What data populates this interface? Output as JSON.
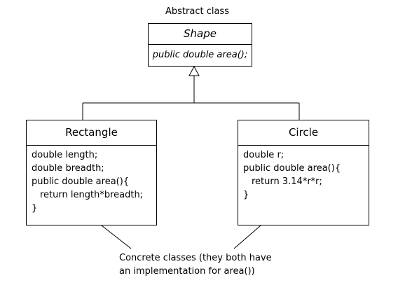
{
  "diagram": {
    "caption_top": "Abstract class",
    "abstract_class": {
      "name": "Shape",
      "members": [
        "public double area();"
      ]
    },
    "concrete_classes": [
      {
        "name": "Rectangle",
        "members": [
          "double length;",
          "double breadth;",
          "public double area(){",
          "return length*breadth;",
          "}"
        ]
      },
      {
        "name": "Circle",
        "members": [
          "double r;",
          "public double area(){",
          "return 3.14*r*r;",
          "}"
        ]
      }
    ],
    "caption_bottom": [
      "Concrete classes (they both have",
      "an implementation for area())"
    ]
  }
}
